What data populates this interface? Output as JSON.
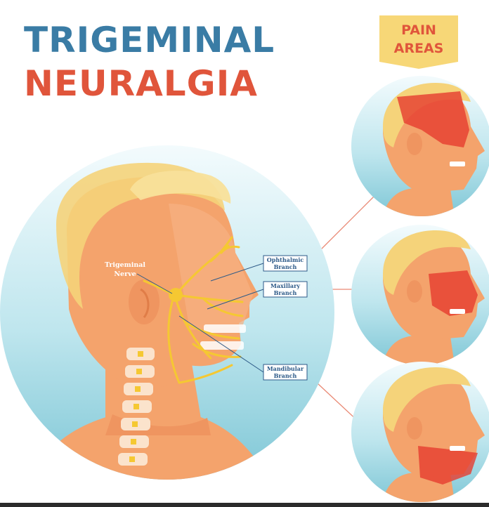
{
  "title": {
    "line1": "TRIGEMINAL",
    "line2": "NEURALGIA"
  },
  "pain_areas": {
    "line1": "PAIN",
    "line2": "AREAS"
  },
  "labels": {
    "trigeminal_nerve": {
      "line1": "Trigeminal",
      "line2": "Nerve"
    },
    "ophthalmic": {
      "line1": "Ophthalmic",
      "line2": "Branch"
    },
    "maxillary": {
      "line1": "Maxillary",
      "line2": "Branch"
    },
    "mandibular": {
      "line1": "Mandibular",
      "line2": "Branch"
    }
  },
  "colors": {
    "title_blue": "#3a7ca5",
    "title_red": "#e0553b",
    "skin": "#f4a36c",
    "hair": "#f5d37a",
    "nerve": "#f5c832",
    "pain_red": "#e63c2f",
    "circle_blue": "#8ccfdc",
    "tag_yellow": "#f7d777",
    "connector": "#e98873"
  }
}
